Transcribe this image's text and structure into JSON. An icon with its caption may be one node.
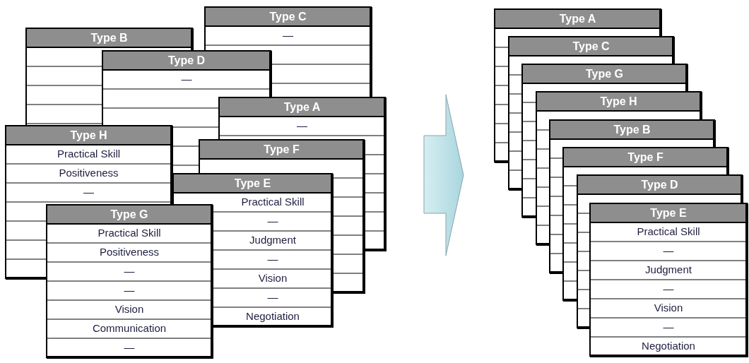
{
  "diagram": {
    "nodes": [
      {
        "text": [
          "Type C",
          "—"
        ]
      },
      {
        "text": [
          "Type B"
        ]
      },
      {
        "text": [
          "Type D",
          "—"
        ]
      },
      {
        "text": [
          "Type A",
          "—"
        ]
      },
      {
        "text": [
          "Type H",
          "Practical Skill",
          "Positiveness",
          "—"
        ]
      },
      {
        "text": [
          "Type F"
        ]
      },
      {
        "text": [
          "Type E",
          "Practical Skill",
          "—",
          "Judgment",
          "—",
          "Vision",
          "—",
          "Negotiation"
        ]
      },
      {
        "text": [
          "Type G",
          "Practical Skill",
          "Positiveness",
          "—",
          "—",
          "Vision",
          "Communication",
          "—"
        ]
      },
      {
        "text": [
          "Type A"
        ]
      },
      {
        "text": [
          "Type C"
        ]
      },
      {
        "text": [
          "Type G"
        ]
      },
      {
        "text": [
          "Type H"
        ]
      },
      {
        "text": [
          "Type B"
        ]
      },
      {
        "text": [
          "Type F"
        ]
      },
      {
        "text": [
          "Type D"
        ]
      },
      {
        "text": [
          "Type E",
          "Practical Skill",
          "—",
          "Judgment",
          "—",
          "Vision",
          "—",
          "Negotiation"
        ]
      }
    ]
  }
}
